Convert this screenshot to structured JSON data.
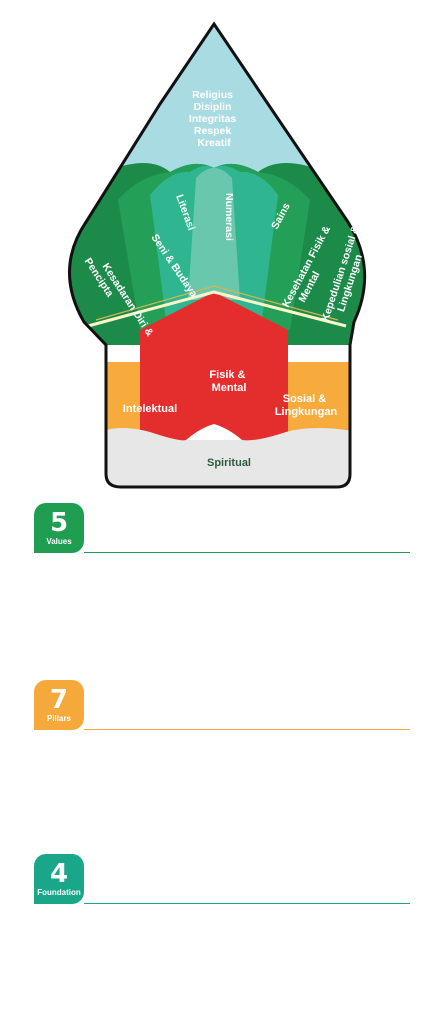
{
  "diagram": {
    "values": [
      "Religius",
      "Disiplin",
      "Integritas",
      "Respek",
      "Kreatif"
    ],
    "pillars": {
      "literasi": "Literasi",
      "numerasi": "Numerasi",
      "sains": "Sains",
      "seni_budaya": "Seni & Budaya",
      "kesehatan_1": "Kesehatan Fisik &",
      "kesehatan_2": "Mental",
      "kesadaran_1": "Kesadaran Diri &",
      "kesadaran_2": "Pencipta",
      "kepedulian_1": "Kepedulian sosial &",
      "kepedulian_2": "Lingkungan"
    },
    "foundation": {
      "fisik_1": "Fisik &",
      "fisik_2": "Mental",
      "intelektual": "Intelektual",
      "sosial_1": "Sosial &",
      "sosial_2": "Lingkungan",
      "spiritual": "Spiritual"
    }
  },
  "sections": [
    {
      "number": "5",
      "caption": "Values",
      "color": "#1f9e52"
    },
    {
      "number": "7",
      "caption": "Pillars",
      "color": "#f5a93a"
    },
    {
      "number": "4",
      "caption": "Foundation",
      "color": "#1aa689"
    }
  ]
}
